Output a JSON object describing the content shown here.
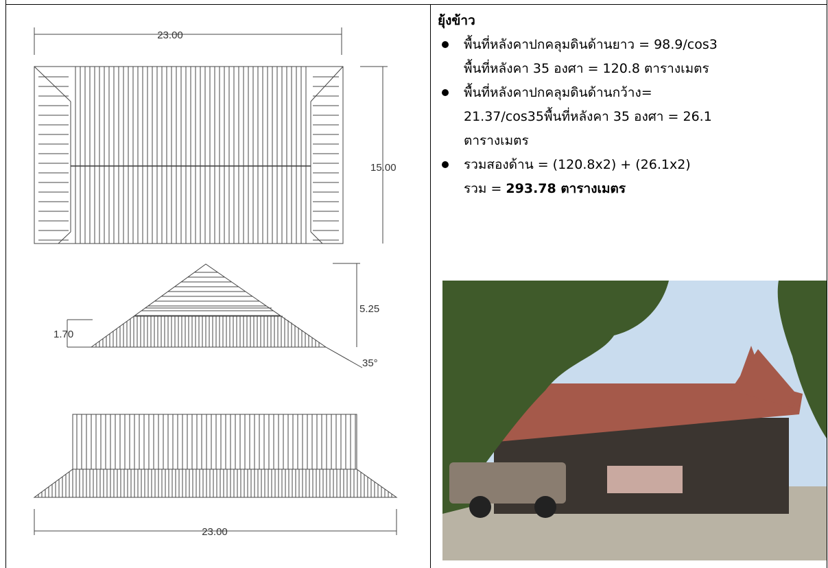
{
  "drawing": {
    "plan_width_dim": "23.00",
    "plan_depth_dim": "15.00",
    "section_height_dim": "5.25",
    "section_eave_dim": "1.70",
    "section_angle_dim": "35°",
    "elevation_width_dim": "23.00"
  },
  "panel": {
    "heading": "ยุ้งข้าว",
    "bullets": [
      {
        "line1": "พื้นที่หลังคาปกคลุมดินด้านยาว = 98.9/cos3",
        "line2": "พื้นที่หลังคา 35 องศา = 120.8 ตารางเมตร"
      },
      {
        "line1": "พื้นที่หลังคาปกคลุมดินด้านกว้าง=",
        "line2": "21.37/cos35พื้นที่หลังคา 35 องศา = 26.1",
        "line3": "ตารางเมตร"
      },
      {
        "line1": "รวมสองด้าน = (120.8x2) + (26.1x2)"
      }
    ],
    "total_label": "รวม = ",
    "total_value": "293.78 ตารางเมตร"
  },
  "colors": {
    "sky": "#c9dcee",
    "roof": "#a5594a",
    "wall": "#3b3530",
    "tree": "#3f5a2a",
    "ground": "#b9b3a4"
  }
}
